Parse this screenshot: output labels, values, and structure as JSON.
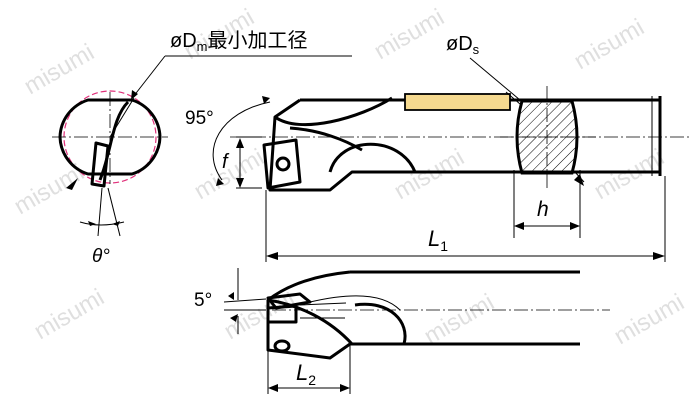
{
  "watermark": "misumi",
  "labels": {
    "dm_prefix": "øD",
    "dm_sub": "m",
    "dm_suffix": "最小加工径",
    "ds_prefix": "øD",
    "ds_sub": "s",
    "angle_95": "95°",
    "f": "f",
    "h": "h",
    "theta": "θ°",
    "l1": "L",
    "l1_sub": "1",
    "angle_5": "5°",
    "l2": "L",
    "l2_sub": "2"
  },
  "colors": {
    "line": "#000000",
    "min_diameter_circle": "#e0307a",
    "coolant_slot": "#f5d98f",
    "watermark": "#dcdcdc"
  }
}
